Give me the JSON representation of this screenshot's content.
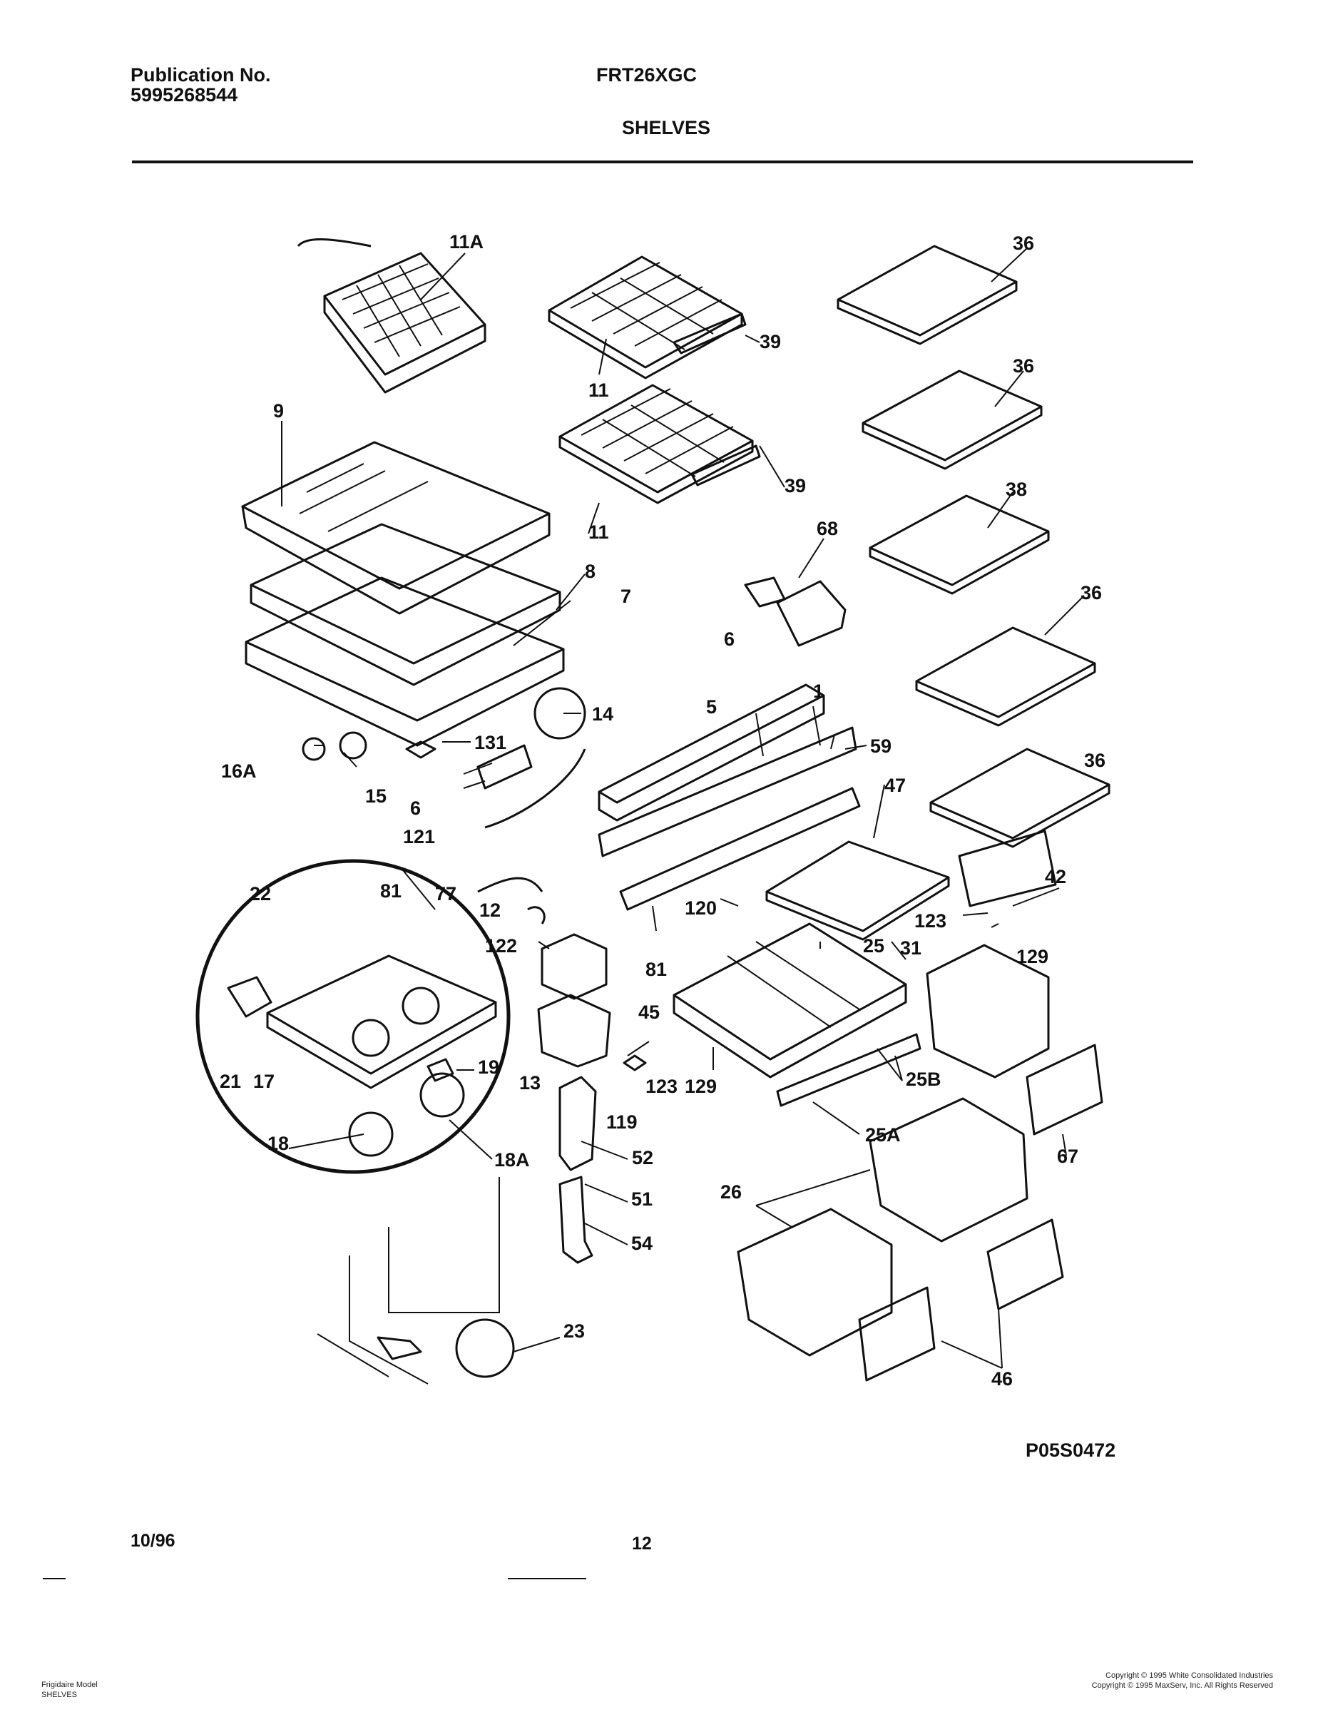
{
  "header": {
    "publication_label": "Publication No.",
    "publication_number": "5995268544",
    "model": "FRT26XGC",
    "section_title": "SHELVES"
  },
  "diagram": {
    "figure_id": "P05S0472",
    "callouts": [
      "11A",
      "36",
      "39",
      "11",
      "36",
      "9",
      "39",
      "11",
      "38",
      "68",
      "8",
      "36",
      "7",
      "6",
      "14",
      "5",
      "1",
      "131",
      "59",
      "16A",
      "15",
      "36",
      "47",
      "6",
      "121",
      "81",
      "77",
      "42",
      "22",
      "12",
      "120",
      "123",
      "129",
      "122",
      "81",
      "25",
      "31",
      "45",
      "19",
      "25B",
      "21",
      "17",
      "13",
      "123",
      "129",
      "119",
      "18",
      "52",
      "25A",
      "18A",
      "51",
      "67",
      "26",
      "54",
      "23",
      "46"
    ]
  },
  "footer": {
    "date": "10/96",
    "page_number": "12",
    "left_note": [
      "Frigidaire Model",
      "SHELVES"
    ],
    "copyright": [
      "Copyright © 1995 White Consolidated Industries",
      "Copyright © 1995 MaxServ, Inc.  All Rights Reserved"
    ]
  }
}
